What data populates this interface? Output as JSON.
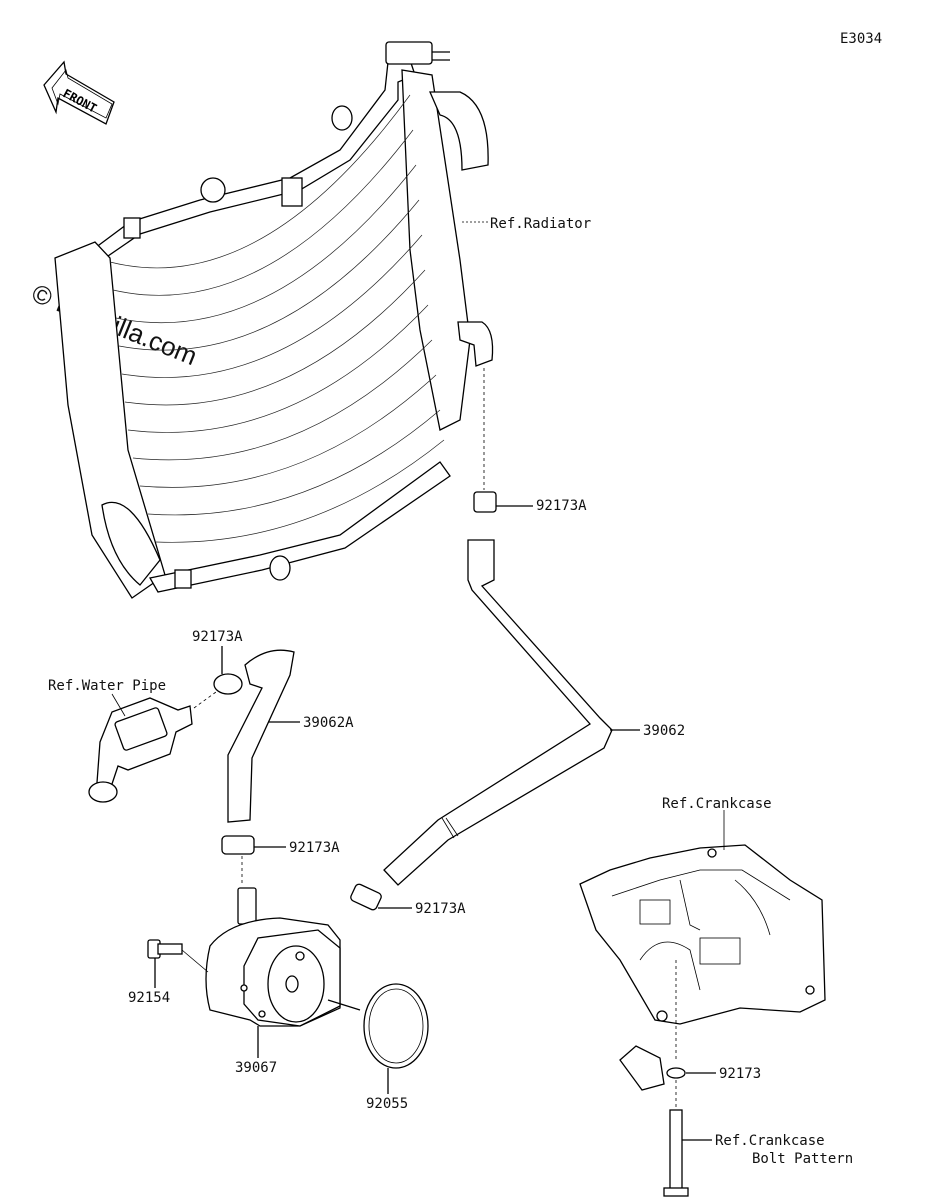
{
  "diagram_code": "E3034",
  "front_arrow": {
    "label": "FRONT",
    "icon": "front-arrow-icon"
  },
  "watermark": "© Partzilla.com",
  "labels": {
    "ref_radiator": "Ref.Radiator",
    "p92173A_top": "92173A",
    "p92173A_left_top": "92173A",
    "ref_water_pipe": "Ref.Water Pipe",
    "p39062A": "39062A",
    "p39062": "39062",
    "p92173A_mid": "92173A",
    "p92173A_right": "92173A",
    "ref_crankcase": "Ref.Crankcase",
    "p92154": "92154",
    "p39067": "39067",
    "p92055": "92055",
    "p92173": "92173",
    "ref_crankcase_bolt_1": "Ref.Crankcase",
    "ref_crankcase_bolt_2": "Bolt Pattern"
  }
}
